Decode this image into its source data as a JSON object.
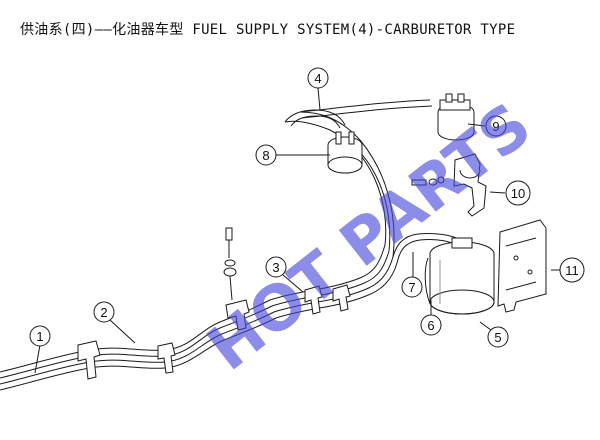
{
  "diagram": {
    "title": "供油系(四)——化油器车型 FUEL SUPPLY SYSTEM(4)-CARBURETOR TYPE",
    "watermark": "HOT PARTS",
    "callouts": [
      {
        "id": "1",
        "label": "1"
      },
      {
        "id": "2",
        "label": "2"
      },
      {
        "id": "3",
        "label": "3"
      },
      {
        "id": "4",
        "label": "4"
      },
      {
        "id": "5",
        "label": "5"
      },
      {
        "id": "6",
        "label": "6"
      },
      {
        "id": "7",
        "label": "7"
      },
      {
        "id": "8",
        "label": "8"
      },
      {
        "id": "9",
        "label": "9"
      },
      {
        "id": "10",
        "label": "10"
      },
      {
        "id": "11",
        "label": "11"
      }
    ],
    "colors": {
      "line": "#1a1a1a",
      "callout_fill": "#ffffff",
      "watermark": "#4646dc"
    }
  }
}
